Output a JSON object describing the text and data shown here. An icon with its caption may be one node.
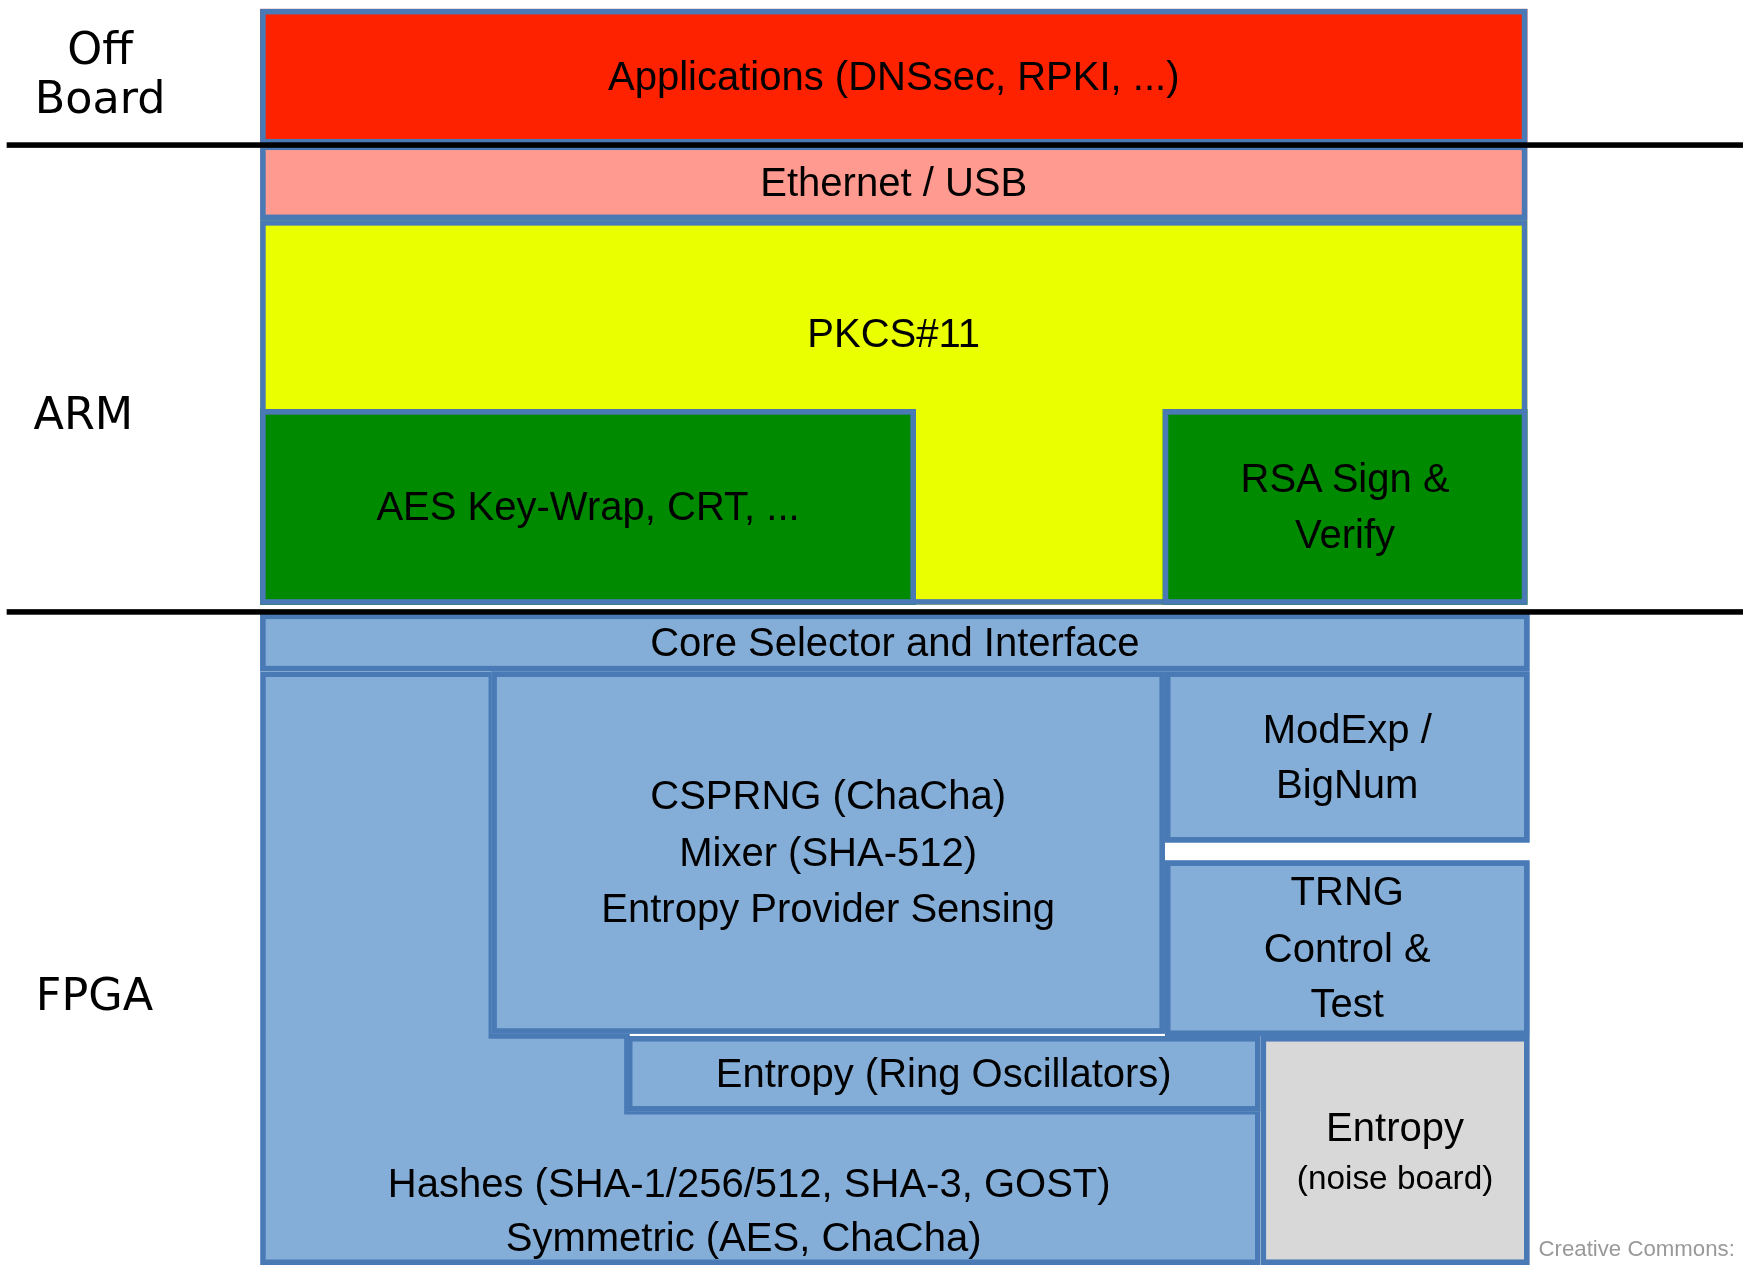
{
  "diagram": {
    "nodes": [
      {
        "text": [
          "Applications (DNSsec, RPKI, ...)"
        ]
      },
      {
        "text": [
          "Ethernet / USB"
        ]
      },
      {
        "text": [
          "PKCS#11"
        ]
      },
      {
        "text": [
          "AES Key-Wrap, CRT, ..."
        ],
        "in": 2
      },
      {
        "text": [
          "RSA Sign & Verify"
        ],
        "in": 2
      },
      {
        "text": [
          "Core Selector and Interface"
        ]
      },
      {
        "text": [
          "CSPRNG (ChaCha)",
          "Mixer (SHA-512)",
          "Entropy Provider Sensing"
        ]
      },
      {
        "text": [
          "ModExp / BigNum"
        ]
      },
      {
        "text": [
          "TRNG Control & Test"
        ]
      },
      {
        "text": [
          "Entropy (Ring Oscillators)"
        ]
      },
      {
        "text": [
          "Entropy",
          "(noise board)"
        ]
      },
      {
        "text": [
          "Hashes (SHA-1/256/512, SHA-3, GOST)",
          "Symmetric (AES, ChaCha)"
        ]
      }
    ],
    "edges": [],
    "labels": [
      "Off Board",
      "ARM",
      "FPGA",
      "Creative Commons:"
    ]
  }
}
